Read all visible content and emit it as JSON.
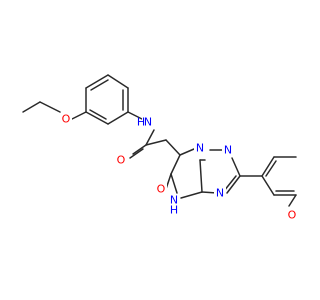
{
  "atoms": [
    {
      "id": "O1",
      "label": "O"
    },
    {
      "id": "N_amide",
      "label": "N"
    },
    {
      "id": "H_amide",
      "label": "H"
    },
    {
      "id": "O_carbonyl",
      "label": "O"
    },
    {
      "id": "N_t1",
      "label": "N"
    },
    {
      "id": "N_t2",
      "label": "N"
    },
    {
      "id": "N_t4",
      "label": "N"
    },
    {
      "id": "O_lactam",
      "label": "O"
    },
    {
      "id": "NH_ring",
      "label": "N"
    },
    {
      "id": "H_ring",
      "label": "H"
    },
    {
      "id": "O_methoxy",
      "label": "O"
    }
  ],
  "colors": {
    "bond": "#2a2a2a",
    "O": "#ff0000",
    "N": "#0000ff"
  }
}
